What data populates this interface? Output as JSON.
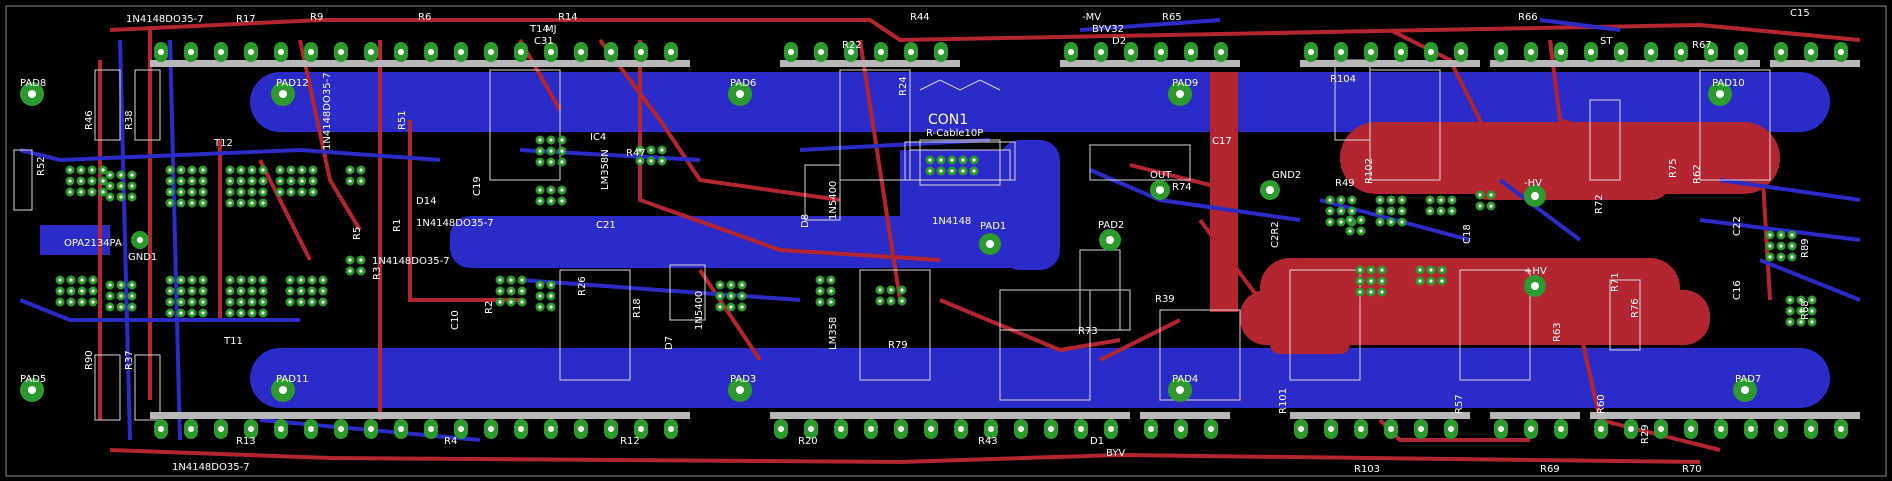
{
  "board": {
    "background_color": "#000000",
    "top_copper_color": "#b3262f",
    "bottom_copper_color": "#2b2bc7",
    "pad_color": "#2d9a2d",
    "silkscreen_color": "#d8d8d8"
  },
  "labels": {
    "pad8": "PAD8",
    "pad12": "PAD12",
    "pad6": "PAD6",
    "pad9": "PAD9",
    "pad10": "PAD10",
    "pad5": "PAD5",
    "pad11": "PAD11",
    "pad3": "PAD3",
    "pad4": "PAD4",
    "pad7": "PAD7",
    "pad1": "PAD1",
    "pad2": "PAD2",
    "con1": "CON1",
    "con1_type": "R-Cable10P",
    "r46": "R46",
    "r38": "R38",
    "r9": "R9",
    "r6": "R6",
    "r14": "R14",
    "r44": "R44",
    "r65": "R65",
    "r66": "R66",
    "r67": "R67",
    "c15": "C15",
    "r104": "R104",
    "r22": "R22",
    "r24": "R24",
    "r51": "R51",
    "r47": "R47",
    "d35_top": "1N4148DO35-7",
    "d14_label": "D14",
    "d14": "1N4148DO35-7",
    "d14b": "1N4148DO35-7",
    "ic4": "IC4",
    "lm": "LM358N",
    "c21": "C21",
    "d8": "D8",
    "d8_part": "1N5400",
    "d7": "D7",
    "d7_part": "1N5400",
    "r18": "R18",
    "r73": "R73",
    "r39": "R39",
    "r74": "R74",
    "c17": "C17",
    "gnd": "GND2",
    "out": "OUT",
    "r49": "R49",
    "r102": "R102",
    "r72": "R72",
    "r75": "R75",
    "r62": "R62",
    "hv_minus": "-HV",
    "hv_plus": "+HV",
    "r63": "R63",
    "r71": "R71",
    "r76": "R76",
    "r68": "R68",
    "r89": "R89",
    "c18": "C18",
    "c22": "C22",
    "c16": "C16",
    "r101": "R101",
    "r57": "R57",
    "r60": "R60",
    "r29": "R29",
    "r103": "R103",
    "r69": "R69",
    "r70": "R70",
    "r43": "R43",
    "r20": "R20",
    "r12": "R12",
    "r4": "R4",
    "r13": "R13",
    "d17": "1N4148DO35-7",
    "r90": "R90",
    "r37": "R37",
    "r52": "R52",
    "opa": "OPA2134PA",
    "gnd1": "GND1",
    "t12": "T12",
    "t11": "T11",
    "r1": "R1",
    "r5": "R5",
    "r3": "R3",
    "r2": "R2",
    "r26": "R26",
    "c10": "C10",
    "c19": "C19",
    "lm2": "LM358",
    "r79": "R79",
    "d18": "1N4148",
    "byv": "BYV32",
    "mv": "-MV",
    "c2r2": "C2R2",
    "d2": "D2",
    "d1": "D1",
    "byv_bot": "BYV",
    "st": "ST",
    "c31": "C31",
    "mj": "MJ",
    "r17": "R17",
    "t14": "T14",
    "d35": "1N4148DO35-7"
  }
}
